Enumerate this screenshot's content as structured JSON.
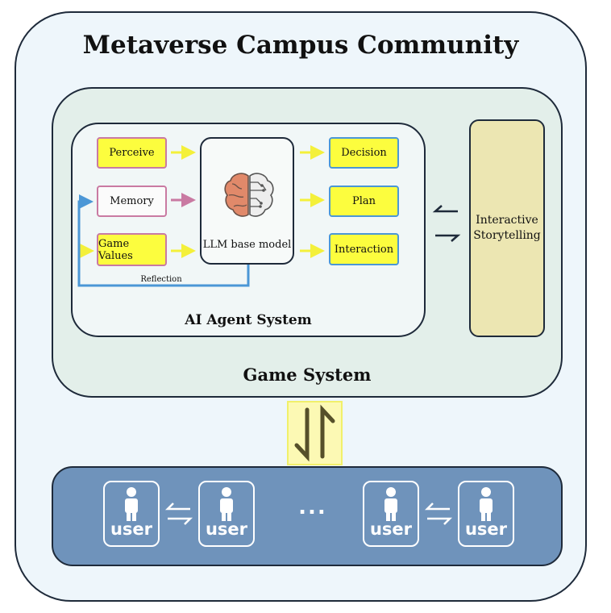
{
  "title": "Metaverse Campus Community",
  "game_system": {
    "label": "Game System",
    "storytelling": "Interactive Storytelling"
  },
  "agent_system": {
    "label": "AI Agent System",
    "inputs": [
      "Perceive",
      "Memory",
      "Game Values"
    ],
    "model_label": "LLM base model",
    "outputs": [
      "Decision",
      "Plan",
      "Interaction"
    ],
    "reflection_label": "Reflection"
  },
  "users": {
    "labels": [
      "user",
      "user",
      "user",
      "user"
    ],
    "ellipsis": "..."
  },
  "colors": {
    "outer_bg": "#eef6fb",
    "game_bg": "#e3efea",
    "yellow_box": "#fcfd3e",
    "pink_border": "#c97aa2",
    "blue_border": "#4b97d6",
    "story_bg": "#ece6b2",
    "users_bg": "#6f93bb",
    "updown_bg": "#fcf9b4"
  }
}
